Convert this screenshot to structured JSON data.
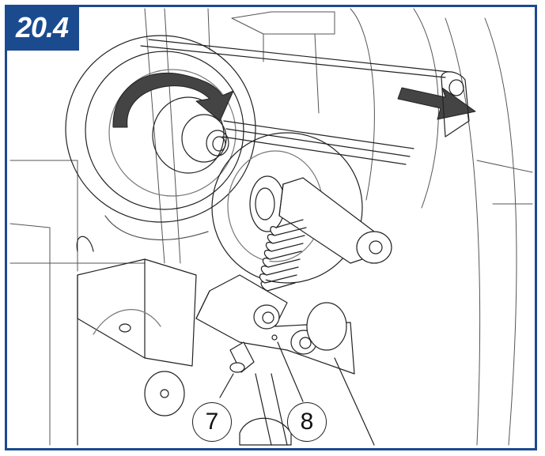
{
  "figure": {
    "number": "20.4",
    "frame_color": "#1b4b8f"
  },
  "callouts": [
    {
      "id": "callout-7",
      "label": "7"
    },
    {
      "id": "callout-8",
      "label": "8"
    }
  ],
  "icons": [
    "rotation-arrow-icon",
    "tension-direction-arrow-icon"
  ]
}
